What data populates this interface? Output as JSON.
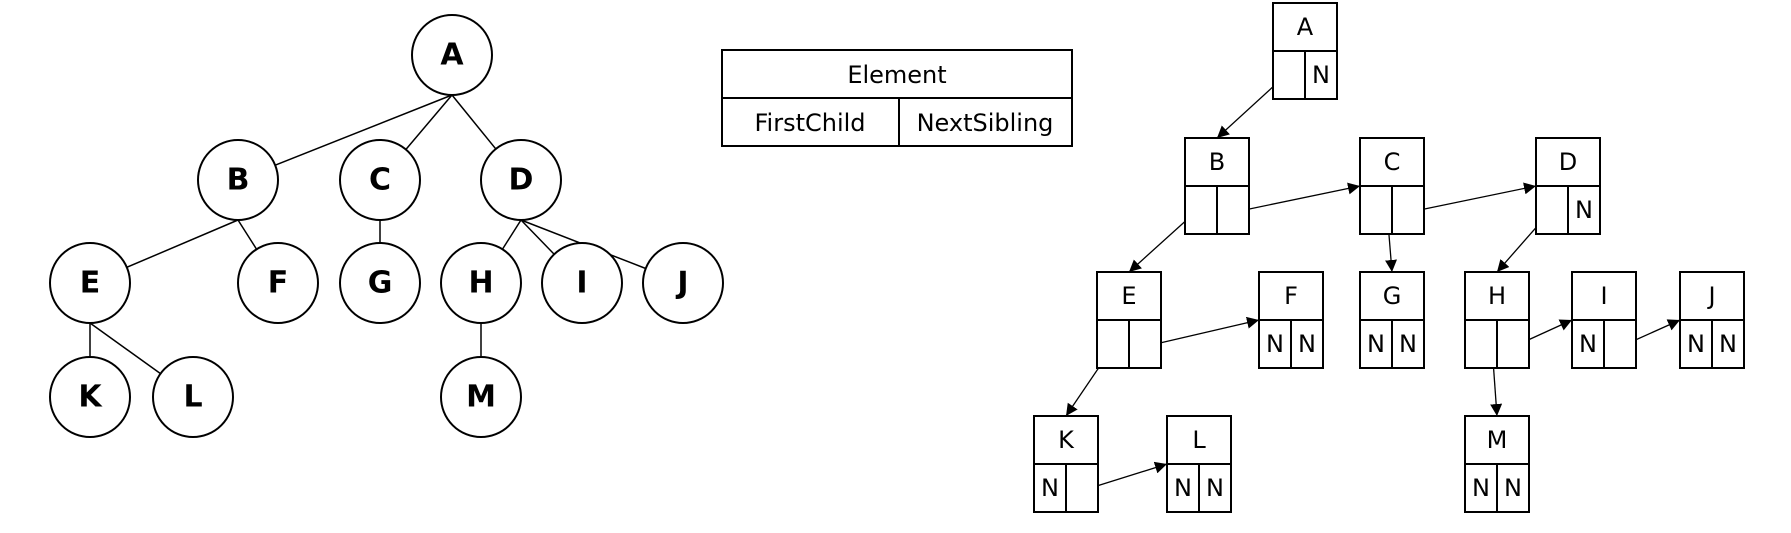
{
  "tree": {
    "nodes": [
      {
        "id": "A",
        "label": "A"
      },
      {
        "id": "B",
        "label": "B"
      },
      {
        "id": "C",
        "label": "C"
      },
      {
        "id": "D",
        "label": "D"
      },
      {
        "id": "E",
        "label": "E"
      },
      {
        "id": "F",
        "label": "F"
      },
      {
        "id": "G",
        "label": "G"
      },
      {
        "id": "H",
        "label": "H"
      },
      {
        "id": "I",
        "label": "I"
      },
      {
        "id": "J",
        "label": "J"
      },
      {
        "id": "K",
        "label": "K"
      },
      {
        "id": "L",
        "label": "L"
      },
      {
        "id": "M",
        "label": "M"
      }
    ],
    "edges": [
      [
        "A",
        "B"
      ],
      [
        "A",
        "C"
      ],
      [
        "A",
        "D"
      ],
      [
        "B",
        "E"
      ],
      [
        "B",
        "F"
      ],
      [
        "C",
        "G"
      ],
      [
        "D",
        "H"
      ],
      [
        "D",
        "I"
      ],
      [
        "D",
        "J"
      ],
      [
        "E",
        "K"
      ],
      [
        "E",
        "L"
      ],
      [
        "H",
        "M"
      ]
    ]
  },
  "legend": {
    "element_label": "Element",
    "first_child_label": "FirstChild",
    "next_sibling_label": "NextSibling"
  },
  "representation": {
    "null_marker": "N",
    "nodes": [
      {
        "id": "A",
        "label": "A",
        "first_child": "B",
        "next_sibling": null
      },
      {
        "id": "B",
        "label": "B",
        "first_child": "E",
        "next_sibling": "C"
      },
      {
        "id": "C",
        "label": "C",
        "first_child": "G",
        "next_sibling": "D"
      },
      {
        "id": "D",
        "label": "D",
        "first_child": "H",
        "next_sibling": null
      },
      {
        "id": "E",
        "label": "E",
        "first_child": "K",
        "next_sibling": "F"
      },
      {
        "id": "F",
        "label": "F",
        "first_child": null,
        "next_sibling": null
      },
      {
        "id": "G",
        "label": "G",
        "first_child": null,
        "next_sibling": null
      },
      {
        "id": "H",
        "label": "H",
        "first_child": "M",
        "next_sibling": "I"
      },
      {
        "id": "I",
        "label": "I",
        "first_child": null,
        "next_sibling": "J"
      },
      {
        "id": "J",
        "label": "J",
        "first_child": null,
        "next_sibling": null
      },
      {
        "id": "K",
        "label": "K",
        "first_child": null,
        "next_sibling": "L"
      },
      {
        "id": "L",
        "label": "L",
        "first_child": null,
        "next_sibling": null
      },
      {
        "id": "M",
        "label": "M",
        "first_child": null,
        "next_sibling": null
      }
    ]
  }
}
